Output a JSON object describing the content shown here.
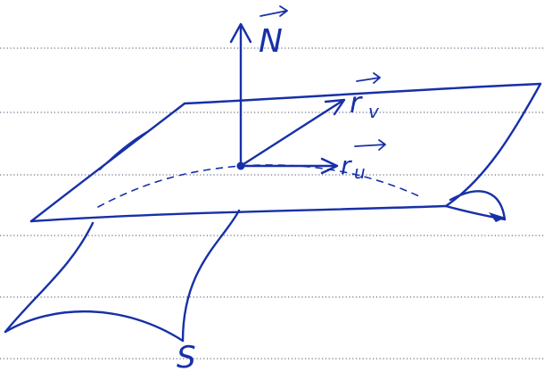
{
  "labels": {
    "normal": "N",
    "tangent_v": "r",
    "tangent_v_sub": "v",
    "tangent_u": "r",
    "tangent_u_sub": "u",
    "surface": "S"
  },
  "colors": {
    "ink": "#1730a8",
    "paper": "#ffffff",
    "rule": "#6b6f86"
  }
}
